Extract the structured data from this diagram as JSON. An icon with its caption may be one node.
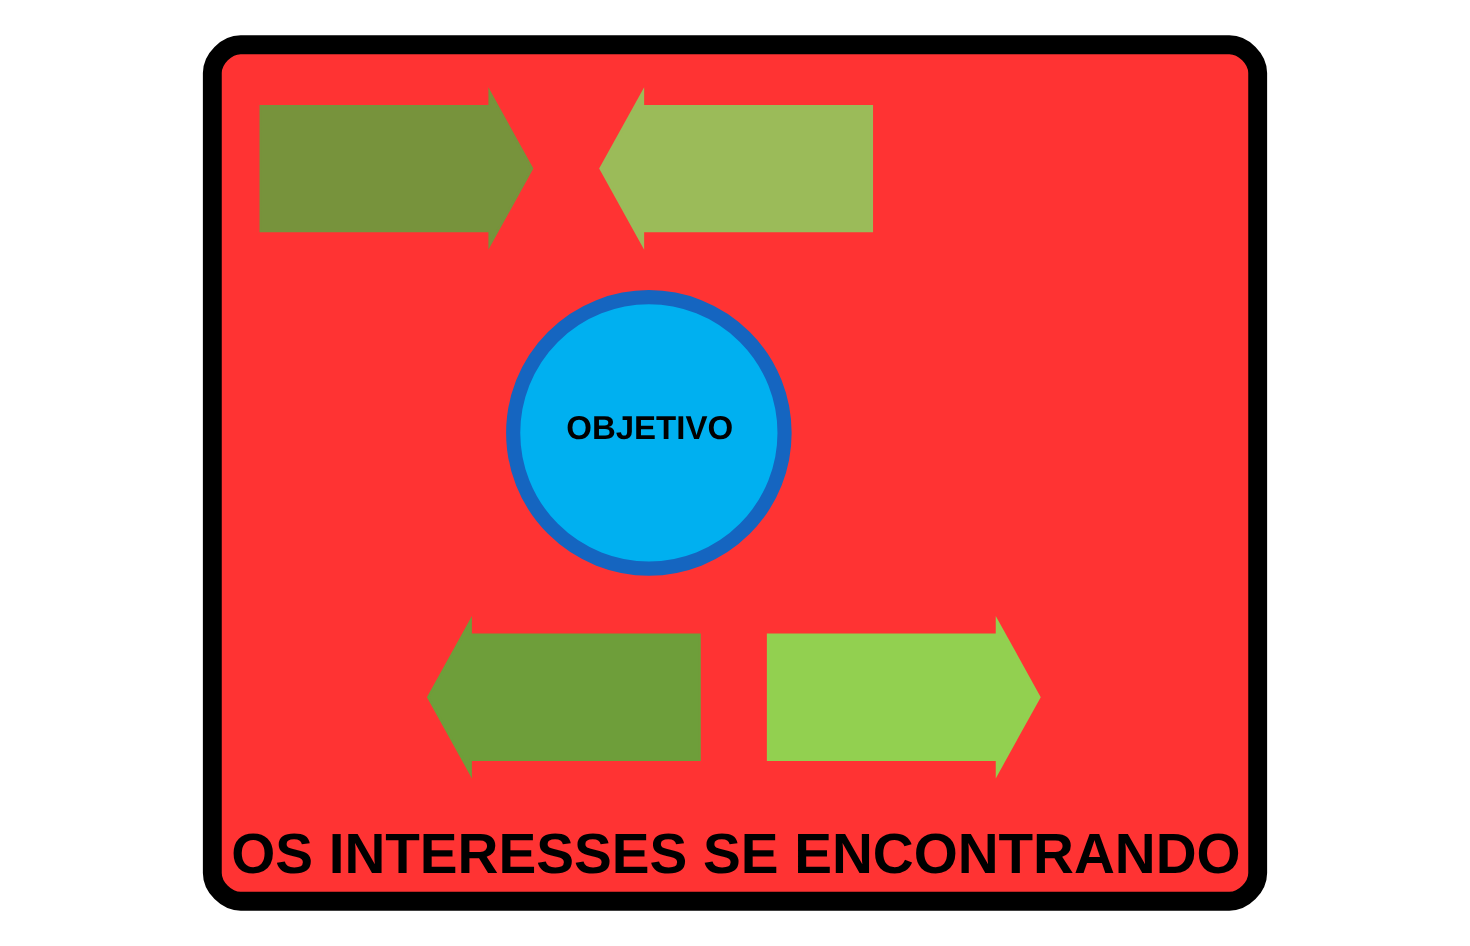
{
  "diagram": {
    "nodes": [
      {
        "text": [
          "OS INTERESSES SE ENCONTRANDO"
        ]
      },
      {
        "text": [
          "OBJETIVO"
        ],
        "in": 0
      },
      {
        "text": [],
        "shape": "arrow",
        "in": 0
      },
      {
        "text": [],
        "shape": "arrow",
        "in": 0
      },
      {
        "text": [],
        "shape": "arrow",
        "in": 0
      },
      {
        "text": [],
        "shape": "arrow",
        "in": 0
      }
    ]
  }
}
